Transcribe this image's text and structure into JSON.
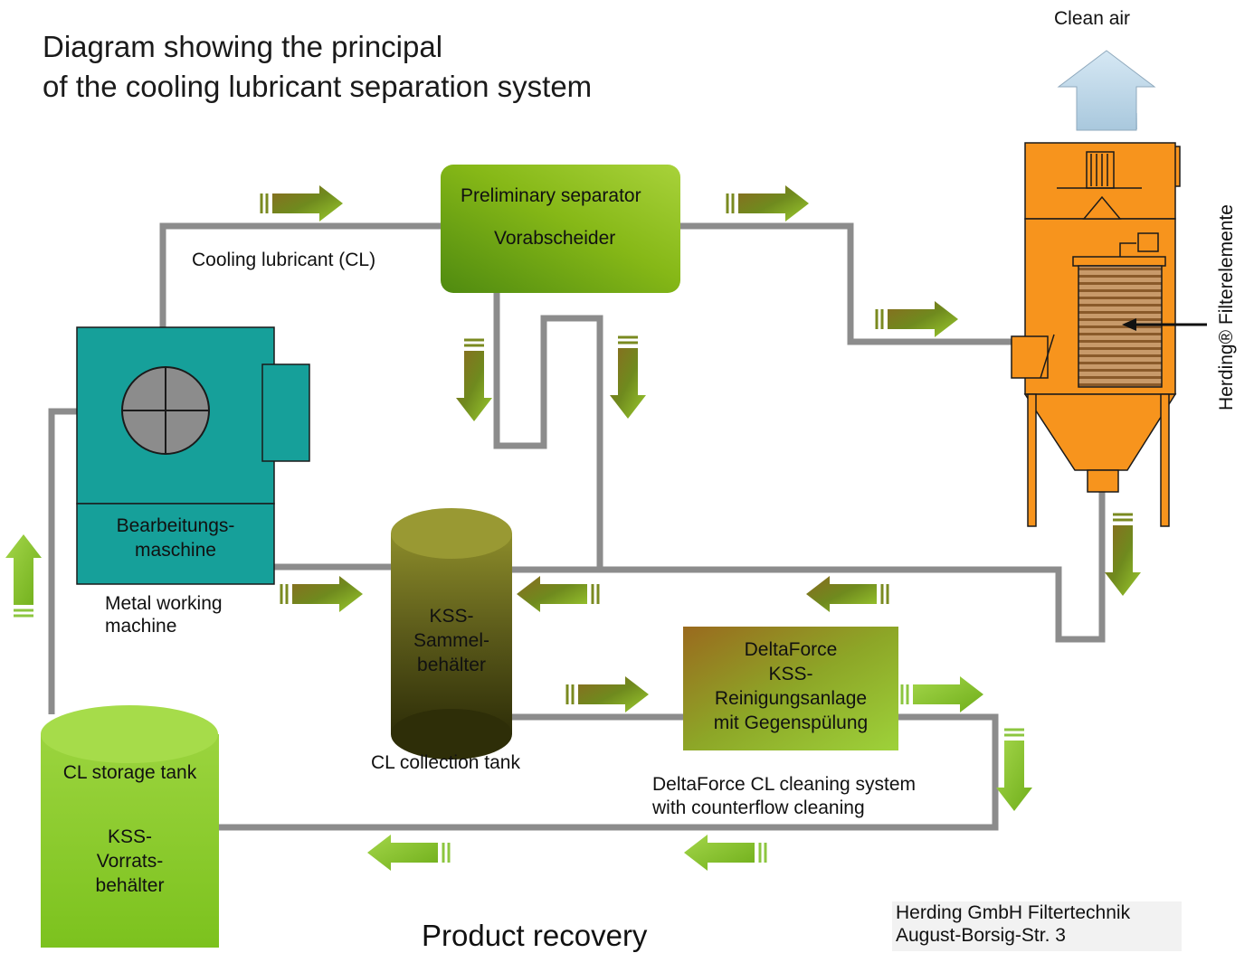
{
  "title": {
    "line1": "Diagram showing the principal",
    "line2": "of the cooling lubricant separation system"
  },
  "labels": {
    "clean_air": "Clean air",
    "cooling_lubricant": "Cooling lubricant (CL)",
    "filter_elements": "Herding® Filterelemente",
    "metal_machine": [
      "Metal working",
      "machine"
    ],
    "collection_tank": "CL collection tank",
    "cleaning_system": [
      "DeltaForce CL cleaning system",
      "with counterflow cleaning"
    ],
    "product_recovery": "Product recovery"
  },
  "boxes": {
    "separator": [
      "Preliminary separator",
      "Vorabscheider"
    ],
    "machine": [
      "Bearbeitungs-",
      "maschine"
    ],
    "sammel": [
      "KSS-",
      "Sammel-",
      "behälter"
    ],
    "deltaforce": [
      "DeltaForce",
      "KSS-",
      "Reinigungsanlage",
      "mit Gegenspülung"
    ],
    "storage": [
      "CL storage tank",
      "KSS-",
      "Vorrats-",
      "behälter"
    ]
  },
  "company": {
    "name": "Herding GmbH Filtertechnik",
    "street": "August-Borsig-Str. 3"
  },
  "colors": {
    "pipe": "#8c8c8c",
    "machine": "#16a09a",
    "filter_unit": "#f7941d",
    "separator": "#7fb800",
    "storage_tank": "#8dc63f",
    "arrow_green": "#8cc63f",
    "arrow_brown": "#8b5a2b"
  }
}
